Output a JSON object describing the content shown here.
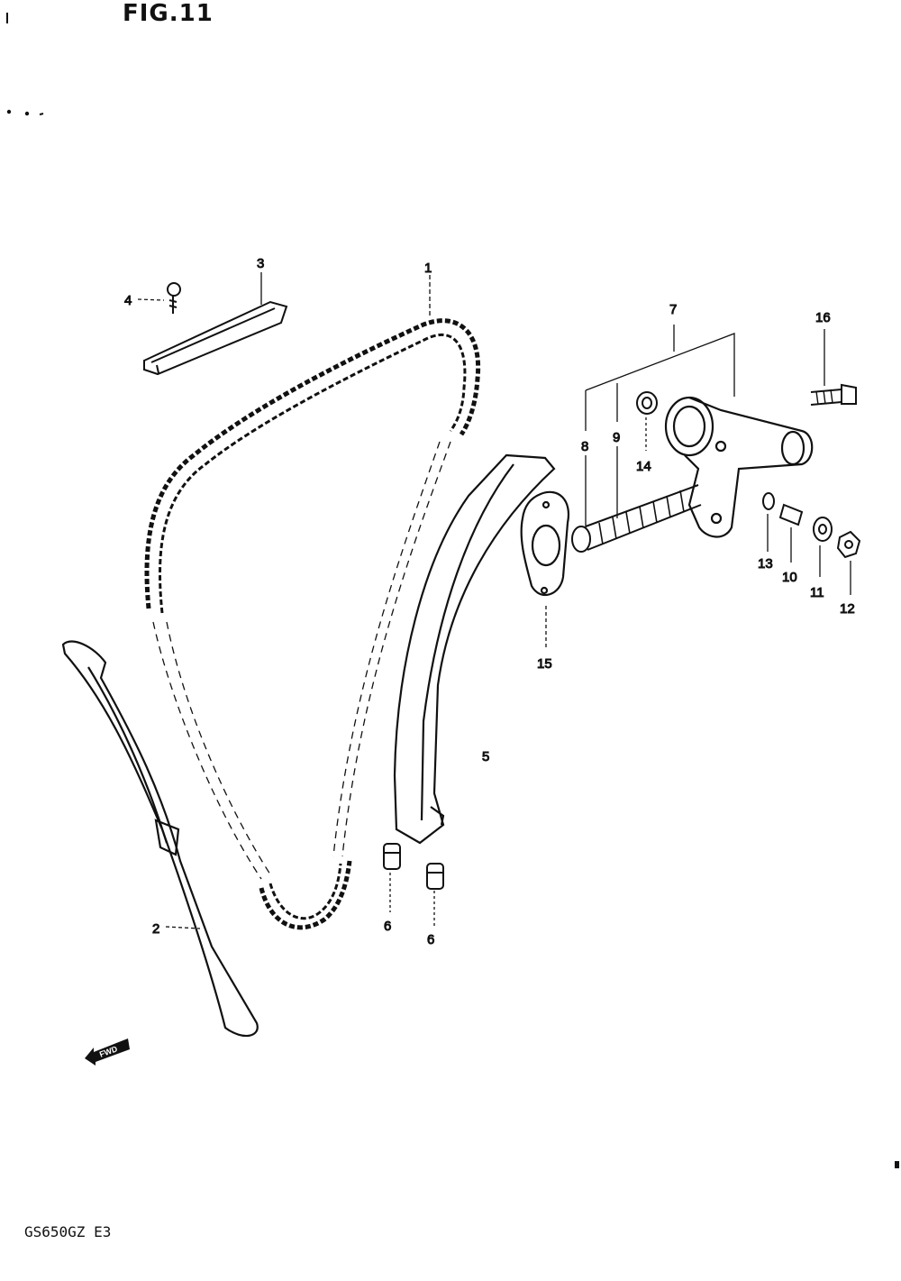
{
  "figure": {
    "title": "FIG.11",
    "model": "GS650GZ  E3"
  },
  "fwd_badge": "FWD",
  "callouts": [
    "1",
    "2",
    "3",
    "4",
    "5",
    "6",
    "6",
    "7",
    "8",
    "9",
    "10",
    "11",
    "12",
    "13",
    "14",
    "15",
    "16"
  ]
}
